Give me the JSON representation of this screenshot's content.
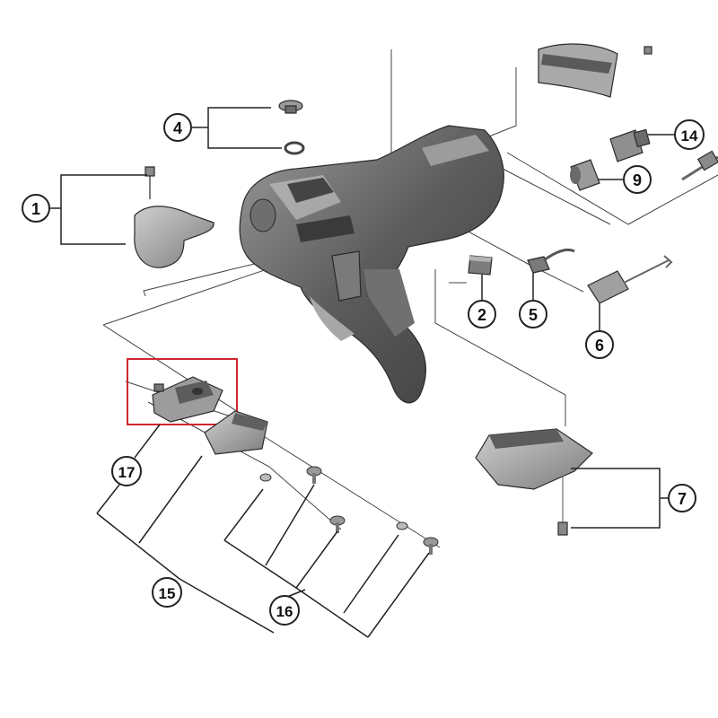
{
  "callouts": {
    "c1": "1",
    "c2": "2",
    "c4": "4",
    "c5": "5",
    "c6": "6",
    "c7": "7",
    "c9": "9",
    "c14": "14",
    "c15": "15",
    "c16": "16",
    "c17": "17"
  },
  "colors": {
    "part_dark": "#5a5a5a",
    "part_mid": "#8a8a8a",
    "part_light": "#c4c4c4",
    "highlight_box": "#d0262f",
    "line": "#222222"
  }
}
